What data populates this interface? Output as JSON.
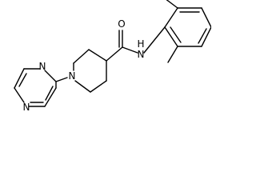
{
  "diagram": {
    "atom_labels": {
      "carbonyl_oxygen": "O",
      "amide_nitrogen": "N",
      "amide_hydrogen": "H",
      "piperidine_nitrogen": "N",
      "pyrazine_nitrogen_1": "N",
      "pyrazine_nitrogen_4": "N"
    }
  }
}
